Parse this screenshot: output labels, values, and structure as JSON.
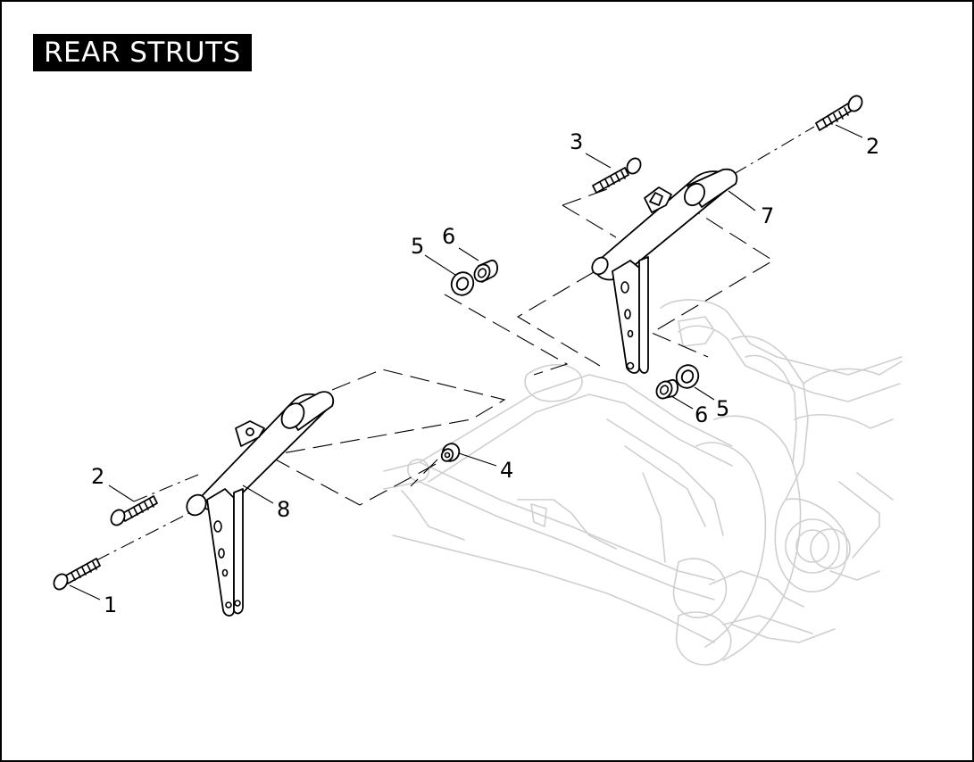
{
  "title": "REAR STRUTS",
  "callouts": [
    "1",
    "2",
    "2",
    "3",
    "4",
    "5",
    "5",
    "6",
    "6",
    "7",
    "8"
  ]
}
